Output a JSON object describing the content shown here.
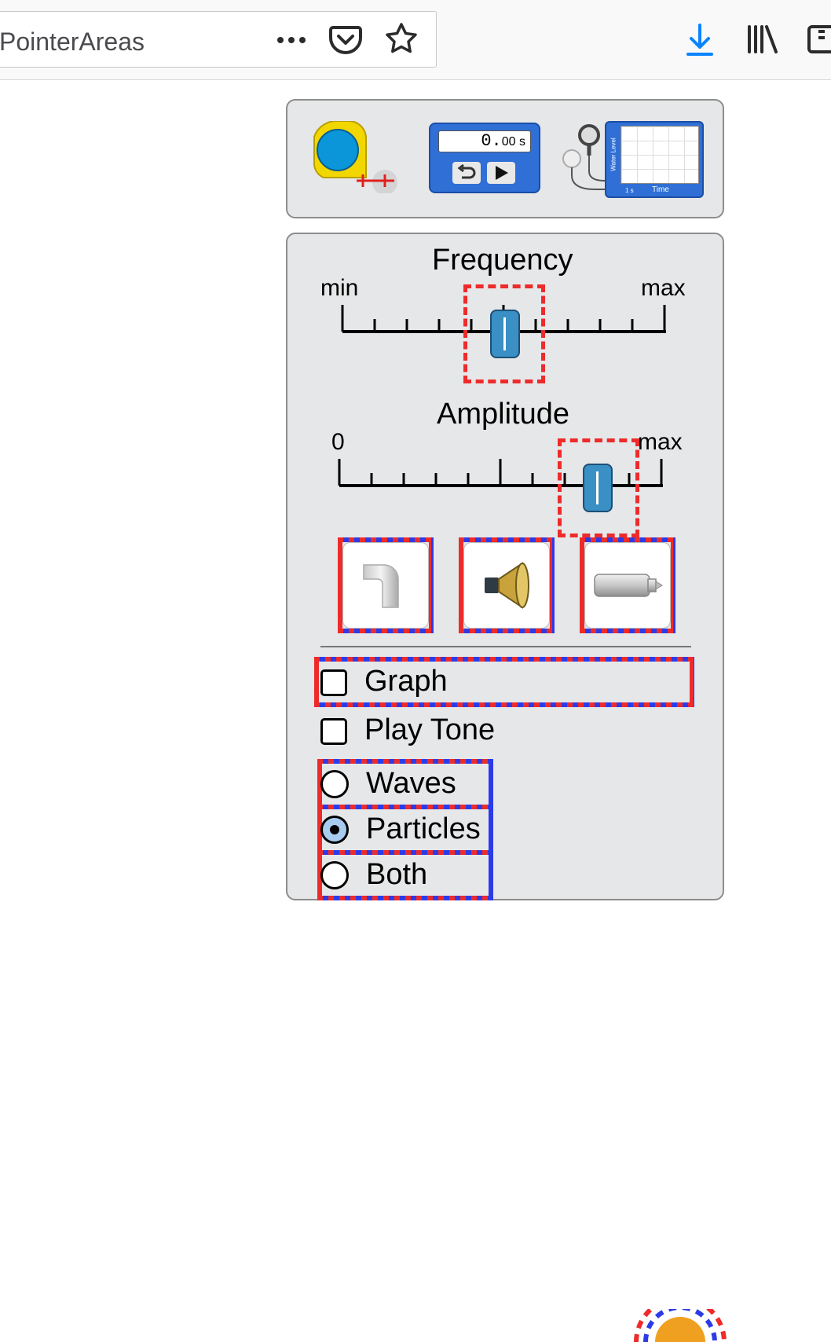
{
  "browser": {
    "url_text": "PointerAreas",
    "icons": [
      "more-icon",
      "pocket-icon",
      "bookmark-star-icon",
      "download-icon",
      "library-icon",
      "reader-sidebar-icon"
    ]
  },
  "toolbox": {
    "stopwatch_value": "0.",
    "stopwatch_fraction": "00 s",
    "graph_axis_y": "Water Level",
    "graph_axis_x": "Time",
    "graph_scale": "1 s"
  },
  "controls": {
    "frequency": {
      "title": "Frequency",
      "min_label": "min",
      "max_label": "max",
      "value_fraction": 0.5
    },
    "amplitude": {
      "title": "Amplitude",
      "min_label": "0",
      "max_label": "max",
      "value_fraction": 0.8
    },
    "source_buttons": [
      "water-faucet",
      "sound-speaker",
      "light-laser"
    ],
    "checkboxes": [
      {
        "label": "Graph",
        "checked": false
      },
      {
        "label": "Play Tone",
        "checked": false
      }
    ],
    "view_radio": {
      "options": [
        "Waves",
        "Particles",
        "Both"
      ],
      "selected": "Particles"
    }
  },
  "colors": {
    "panel_bg": "#e6e7e8",
    "slider_thumb": "#3a8fc4",
    "focus_red": "#ee2b2b",
    "focus_blue": "#2d3be6",
    "download_blue": "#0a84ff"
  }
}
